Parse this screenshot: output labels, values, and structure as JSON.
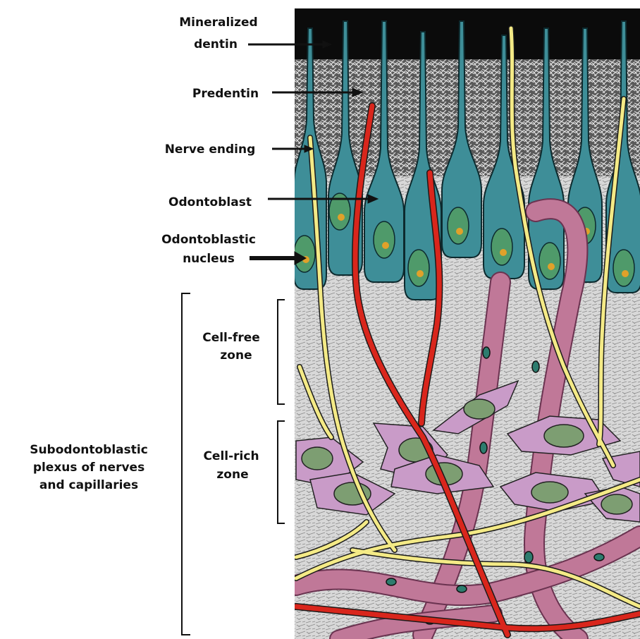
{
  "labels": {
    "mineralized_line1": "Mineralized",
    "mineralized_line2": "dentin",
    "predentin": "Predentin",
    "nerve_ending": "Nerve ending",
    "odontoblast": "Odontoblast",
    "nucleus_line1": "Odontoblastic",
    "nucleus_line2": "nucleus",
    "cellfree_line1": "Cell-free",
    "cellfree_line2": "zone",
    "cellrich_line1": "Cell-rich",
    "cellrich_line2": "zone",
    "plexus_line1": "Subodontoblastic",
    "plexus_line2": "plexus of nerves",
    "plexus_line3": "and capillaries"
  },
  "colors": {
    "dentin": "#0b0b0b",
    "predentin": "#cfcfcf",
    "odontoblast": "#3e8e98",
    "nucleus": "#4f9a6a",
    "nucleolus": "#e0a12a",
    "nerve": "#f4ea86",
    "capillary_red": "#d9261c",
    "capillary_pink": "#c07898",
    "fibroblast": "#c99bc8",
    "fibroblast_nucleus": "#7d9e72",
    "pulp": "#cfcfcf"
  }
}
